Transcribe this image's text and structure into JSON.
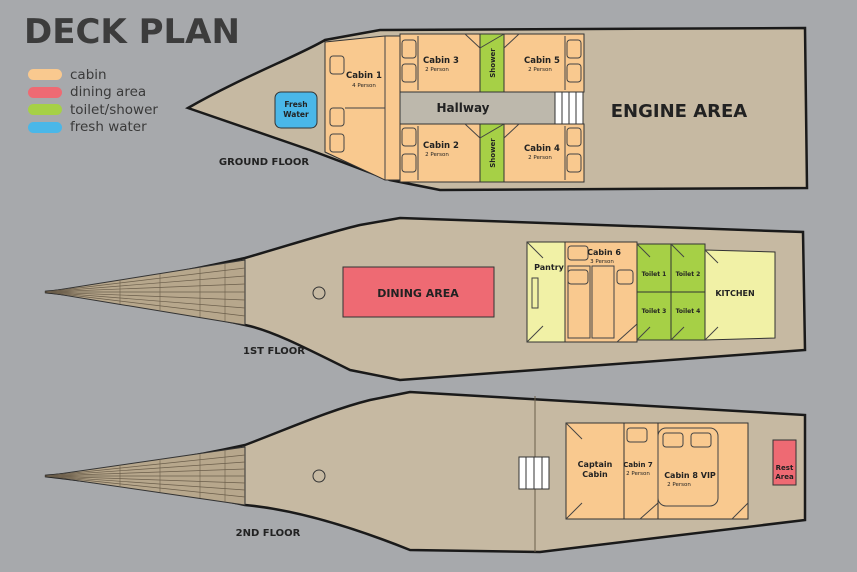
{
  "title": "DECK PLAN",
  "legend": [
    {
      "label": "cabin",
      "color": "#f9c98f"
    },
    {
      "label": "dining area",
      "color": "#ee6a73"
    },
    {
      "label": "toilet/shower",
      "color": "#a6d046"
    },
    {
      "label": "fresh water",
      "color": "#4ab7e8"
    }
  ],
  "colors": {
    "hull": "#c6b9a2",
    "cabin": "#f9c98f",
    "dining": "#ee6a73",
    "toilet": "#a6d046",
    "water": "#4ab7e8",
    "kitchen": "#f1f1a6",
    "hallway": "#bdb8ac",
    "outline": "#1a1a1a"
  },
  "ground_floor": {
    "label": "GROUND FLOOR",
    "fresh_water": "Fresh Water",
    "hallway": "Hallway",
    "engine_area": "ENGINE AREA",
    "shower_top": "Shower",
    "shower_bottom": "Shower",
    "cabins": [
      {
        "name": "Cabin 1",
        "capacity": "4 Person"
      },
      {
        "name": "Cabin 2",
        "capacity": "2 Person"
      },
      {
        "name": "Cabin 3",
        "capacity": "2 Person"
      },
      {
        "name": "Cabin 4",
        "capacity": "2 Person"
      },
      {
        "name": "Cabin 5",
        "capacity": "2 Person"
      }
    ]
  },
  "first_floor": {
    "label": "1ST FLOOR",
    "dining_area": "DINING AREA",
    "pantry": "Pantry",
    "kitchen": "KITCHEN",
    "cabin6": {
      "name": "Cabin 6",
      "capacity": "3 Person"
    },
    "toilets": [
      "Toilet 1",
      "Toilet 2",
      "Toilet 3",
      "Toilet 4"
    ]
  },
  "second_floor": {
    "label": "2ND FLOOR",
    "captain_cabin": "Captain Cabin",
    "cabin7": {
      "name": "Cabin 7",
      "capacity": "2 Person"
    },
    "cabin8": {
      "name": "Cabin 8 VIP",
      "capacity": "2 Person"
    },
    "rest_area": "Rest Area"
  }
}
